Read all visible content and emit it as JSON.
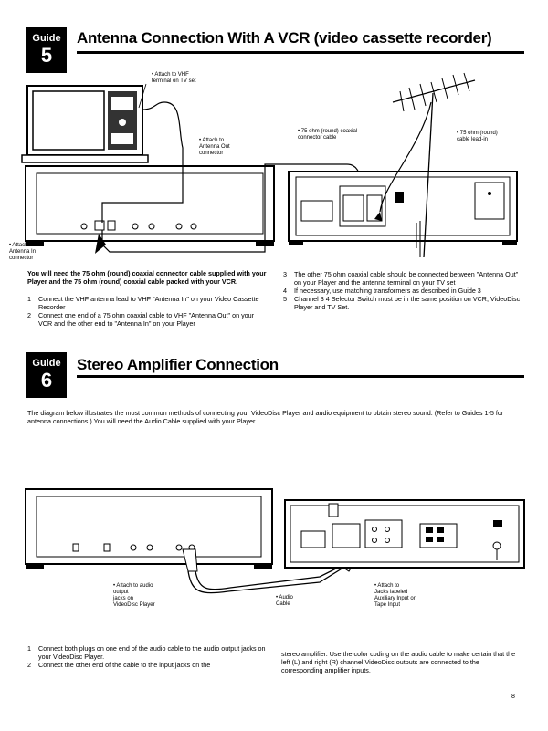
{
  "guide5": {
    "word": "Guide",
    "number": "5",
    "title": "Antenna Connection With A VCR (video cassette recorder)"
  },
  "diagram1": {
    "attach_vhf": "• Attach to VHF\nterminal on TV set",
    "attach_antenna_out": "• Attach to\nAntenna Out\nconnector",
    "coax_cable": "• 75 ohm (round) coaxial\nconnector cable",
    "lead_in": "• 75 ohm (round)\ncable lead-in",
    "attach_antenna_in": "• Attach to\nAntenna In\nconnector"
  },
  "section5": {
    "intro": "You will need the 75 ohm (round) coaxial connector cable supplied with your Player and the 75 ohm (round) coaxial cable packed with your VCR.",
    "steps_left": [
      {
        "n": "1",
        "t": "Connect the VHF antenna lead to VHF \"Antenna In\" on your Video Cassette Recorder"
      },
      {
        "n": "2",
        "t": "Connect one end of a 75 ohm coaxial cable to VHF \"Antenna Out\" on your VCR and the other end to \"Antenna In\" on your Player"
      }
    ],
    "steps_right": [
      {
        "n": "3",
        "t": "The other 75 ohm coaxial cable should be connected between \"Antenna Out\" on your Player and the antenna terminal on your TV set"
      },
      {
        "n": "4",
        "t": "If necessary, use matching transformers as described in Guide 3"
      },
      {
        "n": "5",
        "t": "Channel 3 4 Selector Switch must be in the same position on VCR, VideoDisc Player and TV Set."
      }
    ]
  },
  "guide6": {
    "word": "Guide",
    "number": "6",
    "title": "Stereo Amplifier Connection"
  },
  "section6": {
    "intro": "The diagram below illustrates the most common methods of connecting your VideoDisc Player and audio equipment to obtain stereo sound. (Refer to Guides 1-5 for antenna connections.) You will need the Audio Cable supplied with your Player.",
    "steps_left": [
      {
        "n": "1",
        "t": "Connect both plugs on one end of the audio cable to the audio output jacks on your VideoDisc Player."
      },
      {
        "n": "2",
        "t": "Connect the other end of the cable to the input jacks on the"
      }
    ],
    "para_right": "stereo amplifier. Use the color coding on the audio cable to make certain that the left (L) and right (R) channel VideoDisc outputs are connected to the corresponding amplifier inputs."
  },
  "diagram2": {
    "attach_audio_out": "• Attach to audio\noutput\njacks on\nVideoDisc Player",
    "audio_cable": "• Audio\nCable",
    "attach_aux": "• Attach to\nJacks labeled\nAuxiliary Input or\nTape Input"
  },
  "page_number": "8"
}
